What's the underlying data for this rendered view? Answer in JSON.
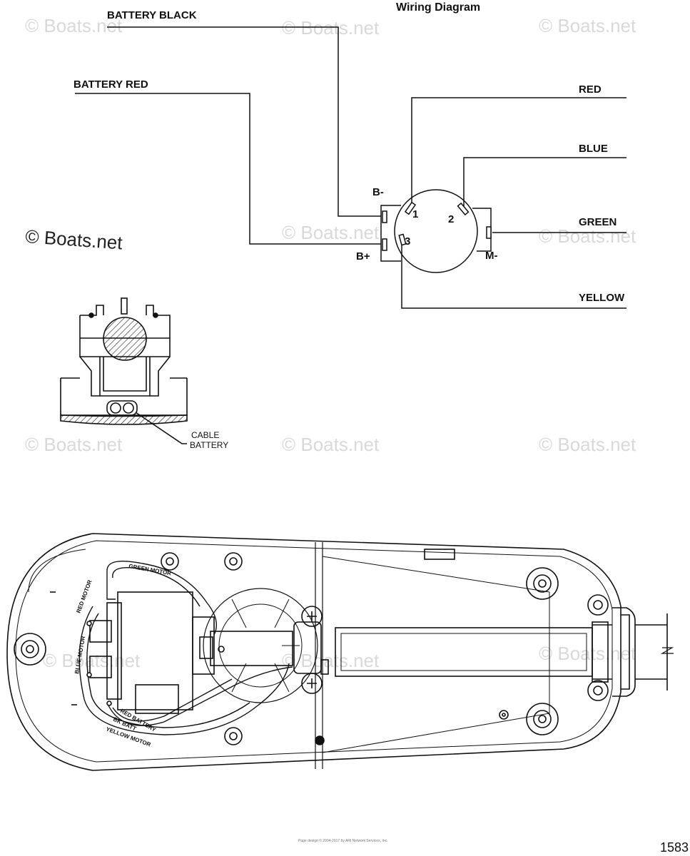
{
  "title": "Wiring Diagram",
  "wires": {
    "battery_black": "BATTERY BLACK",
    "battery_red": "BATTERY RED",
    "red": "RED",
    "blue": "BLUE",
    "green": "GREEN",
    "yellow": "YELLOW"
  },
  "switch": {
    "b_minus": "B-",
    "b_plus": "B+",
    "m_minus": "M-",
    "pin1": "1",
    "pin2": "2",
    "pin3": "3"
  },
  "cable_callout": {
    "line1": "CABLE",
    "line2": "BATTERY"
  },
  "motor_labels": {
    "green_motor": "GREEN MOTOR",
    "red_motor": "RED MOTOR",
    "blue_motor": "BLUE MOTOR",
    "red_battery": "RED BATTERY",
    "bk_batt": "BK BATT",
    "yellow_motor": "YELLOW MOTOR"
  },
  "watermark": "© Boats.net",
  "footer": "Page design © 2004-2017 by ARI Network Services, Inc.",
  "diagram_number": "1583"
}
